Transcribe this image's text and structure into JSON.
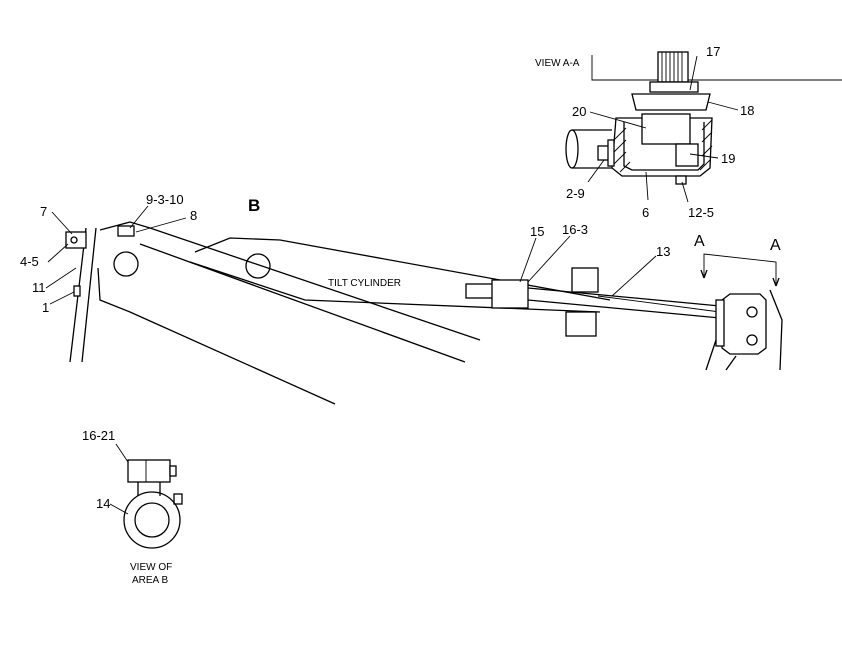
{
  "view_aa": {
    "title": "VIEW A-A",
    "callouts": {
      "c17": "17",
      "c18": "18",
      "c20": "20",
      "c19": "19",
      "c2_9": "2-9",
      "c6": "6",
      "c12_5": "12-5"
    }
  },
  "main": {
    "section_b": "B",
    "tilt_cylinder": "TILT CYLINDER",
    "section_a_left": "A",
    "section_a_right": "A",
    "callouts": {
      "c7": "7",
      "c4_5": "4-5",
      "c11": "11",
      "c1": "1",
      "c9_3_10": "9-3-10",
      "c8": "8",
      "c15": "15",
      "c16_3": "16-3",
      "c13": "13"
    }
  },
  "area_b": {
    "title_line1": "VIEW OF",
    "title_line2": "AREA B",
    "callouts": {
      "c16_21": "16-21",
      "c14": "14"
    }
  }
}
